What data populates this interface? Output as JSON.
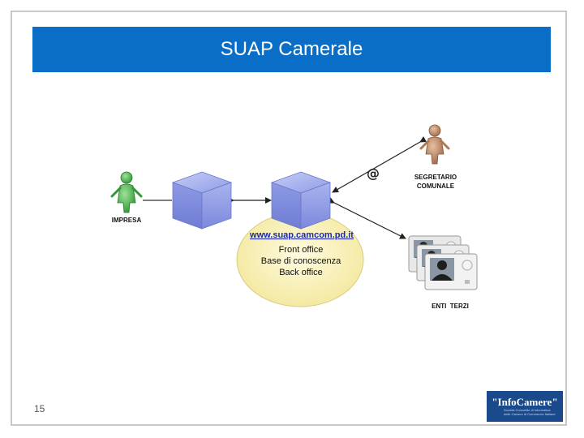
{
  "slide": {
    "title": "SUAP Camerale",
    "page_number": "15"
  },
  "diagram": {
    "impresa_label": "IMPRESA",
    "segretario_label_line1": "SEGRETARIO",
    "segretario_label_line2": "COMUNALE",
    "enti_label": "ENTI  TERZI",
    "email_symbol": "@",
    "portal_url": "www.suap.camcom.pd.it",
    "portal_lines": [
      "Front office",
      "Base di conoscenza",
      "Back office"
    ]
  },
  "logo": {
    "text": "\"InfoCamere\"",
    "sub_line1": "Società Consortile di Informatica",
    "sub_line2": "delle Camere di Commercio Italiane"
  },
  "colors": {
    "title_bar": "#0a6ec6",
    "impresa_person": "#3aa83a",
    "segretario_person": "#b07a50",
    "cube": "#7f8ee0",
    "ellipse": "#fbf3b4",
    "url": "#1d2aa8"
  }
}
